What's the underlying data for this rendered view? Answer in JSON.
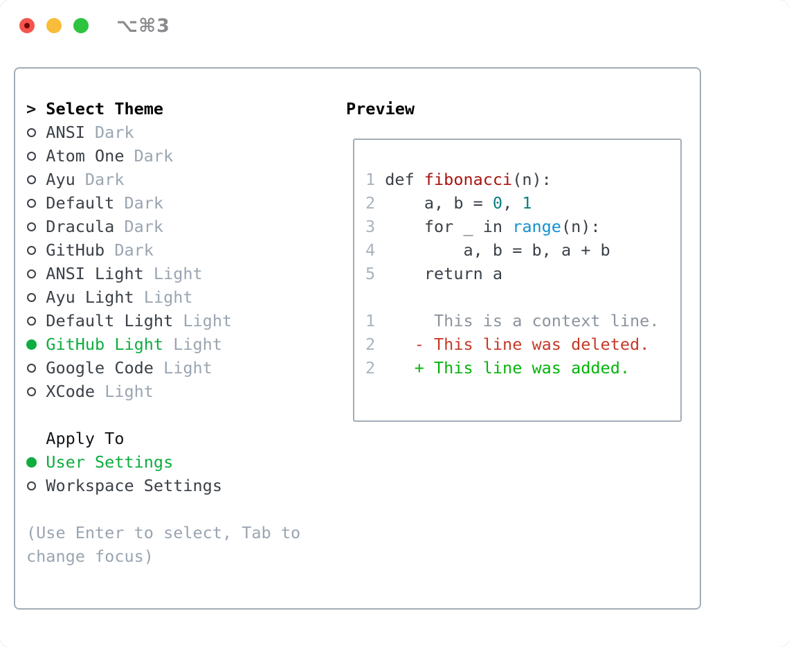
{
  "window": {
    "shortcut_label": "⌥⌘3"
  },
  "traffic_lights": [
    {
      "name": "close",
      "has_unsaved_dot": true
    },
    {
      "name": "minimize",
      "has_unsaved_dot": false
    },
    {
      "name": "zoom",
      "has_unsaved_dot": false
    }
  ],
  "theme_panel": {
    "header": {
      "prompt": ">",
      "label": "Select Theme"
    },
    "themes": [
      {
        "label": "ANSI",
        "variant": "Dark",
        "selected": false
      },
      {
        "label": "Atom One",
        "variant": "Dark",
        "selected": false
      },
      {
        "label": "Ayu",
        "variant": "Dark",
        "selected": false
      },
      {
        "label": "Default",
        "variant": "Dark",
        "selected": false
      },
      {
        "label": "Dracula",
        "variant": "Dark",
        "selected": false
      },
      {
        "label": "GitHub",
        "variant": "Dark",
        "selected": false
      },
      {
        "label": "ANSI Light",
        "variant": "Light",
        "selected": false
      },
      {
        "label": "Ayu Light",
        "variant": "Light",
        "selected": false
      },
      {
        "label": "Default Light",
        "variant": "Light",
        "selected": false
      },
      {
        "label": "GitHub Light",
        "variant": "Light",
        "selected": true
      },
      {
        "label": "Google Code",
        "variant": "Light",
        "selected": false
      },
      {
        "label": "XCode",
        "variant": "Light",
        "selected": false
      }
    ],
    "apply_to": {
      "label": "Apply To",
      "options": [
        {
          "label": "User Settings",
          "selected": true
        },
        {
          "label": "Workspace Settings",
          "selected": false
        }
      ]
    },
    "hint_line1": "(Use Enter to select, Tab to",
    "hint_line2": "change focus)"
  },
  "preview": {
    "header": "Preview",
    "code_lines": [
      {
        "num": "1",
        "tokens": [
          {
            "t": "plain",
            "s": "def "
          },
          {
            "t": "function",
            "s": "fibonacci"
          },
          {
            "t": "plain",
            "s": "(n):"
          }
        ]
      },
      {
        "num": "2",
        "tokens": [
          {
            "t": "plain",
            "s": "    a, b = "
          },
          {
            "t": "number",
            "s": "0"
          },
          {
            "t": "plain",
            "s": ", "
          },
          {
            "t": "number",
            "s": "1"
          }
        ]
      },
      {
        "num": "3",
        "tokens": [
          {
            "t": "plain",
            "s": "    for _ in "
          },
          {
            "t": "builtin",
            "s": "range"
          },
          {
            "t": "plain",
            "s": "(n):"
          }
        ]
      },
      {
        "num": "4",
        "tokens": [
          {
            "t": "plain",
            "s": "        a, b = b, a + b"
          }
        ]
      },
      {
        "num": "5",
        "tokens": [
          {
            "t": "plain",
            "s": "    return a"
          }
        ]
      },
      {
        "num": "",
        "tokens": []
      },
      {
        "num": "1",
        "tokens": [
          {
            "t": "context",
            "s": "     This is a context line."
          }
        ]
      },
      {
        "num": "2",
        "tokens": [
          {
            "t": "deleted",
            "s": "   - This line was deleted."
          }
        ]
      },
      {
        "num": "2",
        "tokens": [
          {
            "t": "added",
            "s": "   + This line was added."
          }
        ]
      }
    ]
  },
  "colors": {
    "accent_green": "#0ead3f",
    "added_green": "#04b40c",
    "deleted_red": "#c43a28",
    "function_red": "#a91411",
    "number_teal": "#0d7e84",
    "builtin_blue": "#1490cf",
    "text_dark": "#3a4047",
    "muted_gray": "#9aa5b1",
    "context_gray": "#8b949e",
    "linenum_gray": "#a9b3bd",
    "border_gray": "#a3acb6",
    "title_gray": "#8a8b8e",
    "traffic_red": "#f5544d",
    "traffic_red_dot": "#720707",
    "traffic_yellow": "#f9bd3a",
    "traffic_green": "#2fc440"
  }
}
